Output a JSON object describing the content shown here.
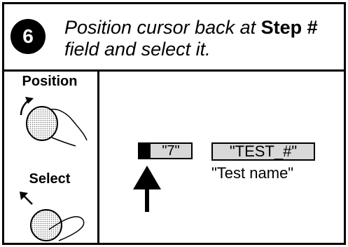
{
  "step": {
    "number": "6",
    "text_1": "Position cursor back at",
    "text_bold": "Step #",
    "text_2": "field and select it."
  },
  "controls": {
    "position_label": "Position",
    "select_label": "Select"
  },
  "display": {
    "step_field_value": "\"7\"",
    "name_field_value": "\"TEST_#\"",
    "name_caption": "\"Test name\""
  }
}
